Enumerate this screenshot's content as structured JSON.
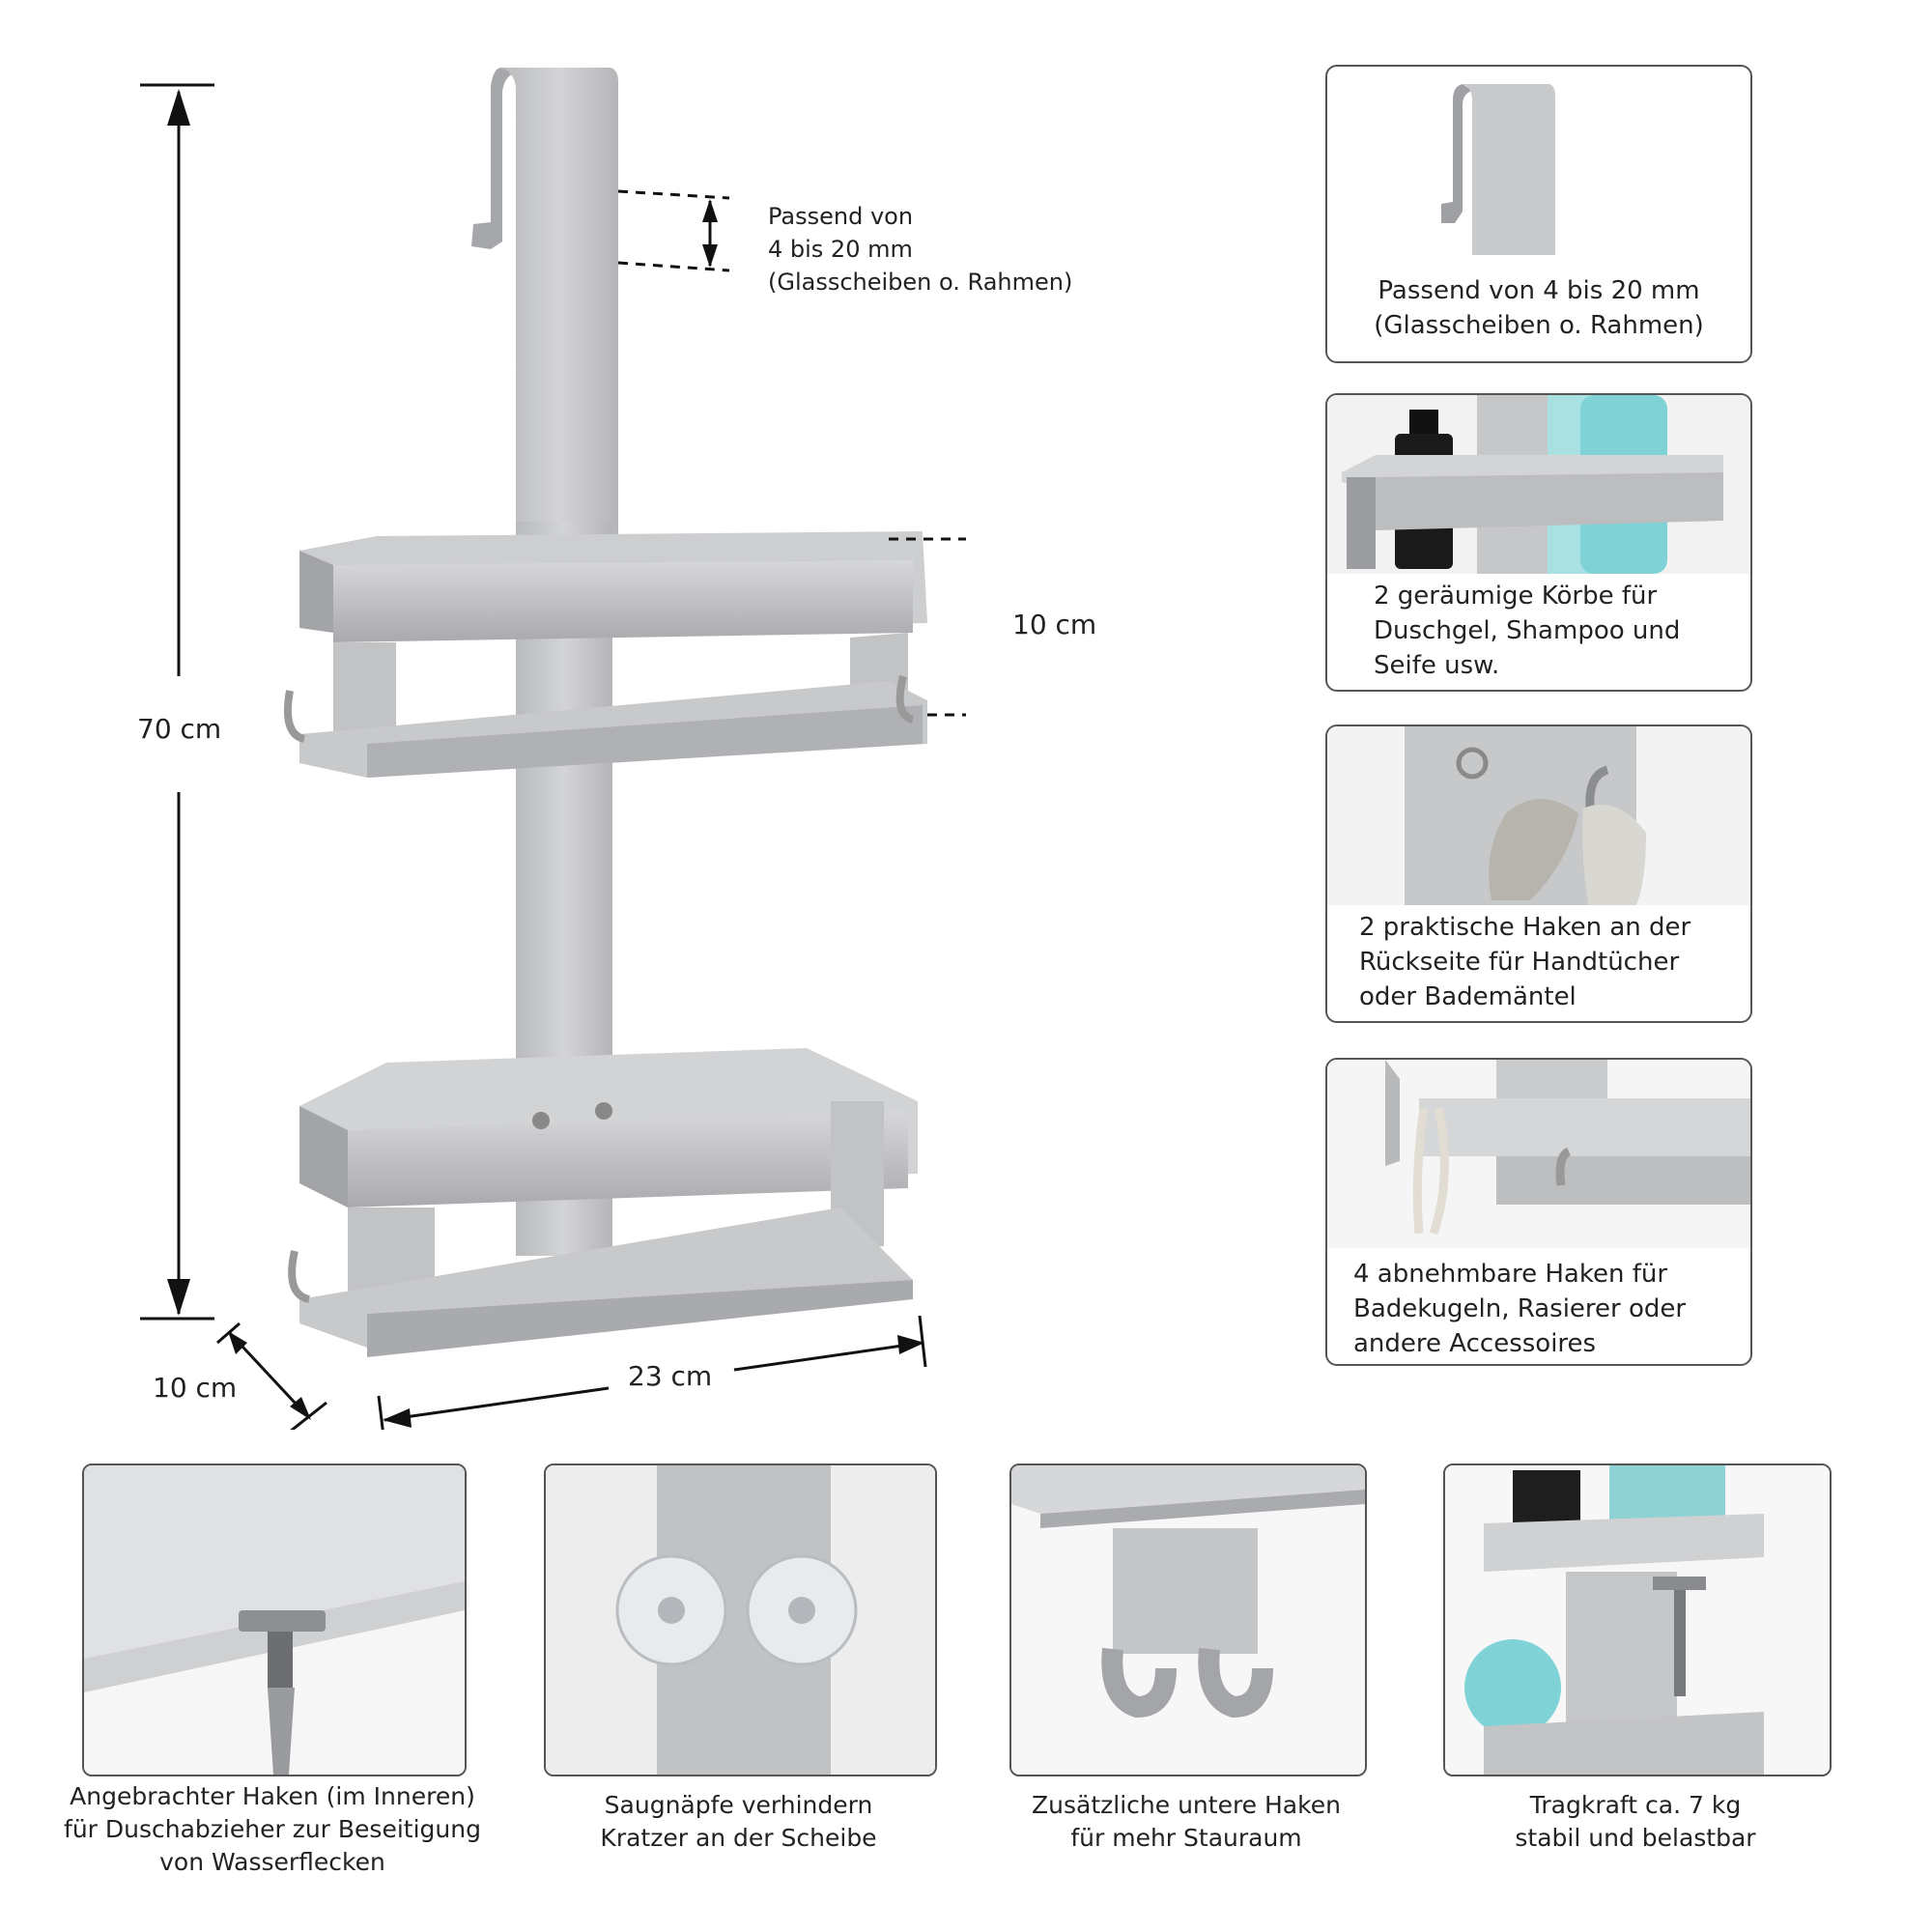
{
  "dimensions": {
    "height": "70 cm",
    "depth": "10 cm",
    "width": "23 cm",
    "basket_height": "10 cm",
    "fit_range": [
      "Passend von",
      "4 bis 20 mm",
      "(Glasscheiben o. Rahmen)"
    ]
  },
  "features": [
    {
      "icon": "door-hook-icon",
      "lines": [
        "Passend von 4 bis 20 mm",
        "(Glasscheiben o. Rahmen)"
      ]
    },
    {
      "icon": "basket-bottles-icon",
      "lines": [
        "2 geräumige Körbe für",
        "Duschgel, Shampoo und",
        "Seife usw."
      ]
    },
    {
      "icon": "towel-hook-icon",
      "lines": [
        "2 praktische Haken an der",
        "Rückseite für Handtücher",
        "oder Bademäntel"
      ]
    },
    {
      "icon": "removable-hooks-icon",
      "lines": [
        "4 abnehmbare Haken für",
        "Badekugeln, Rasierer oder",
        "andere Accessoires"
      ]
    }
  ],
  "details": [
    {
      "icon": "razor-holder-icon",
      "lines": [
        "Angebrachter Haken (im Inneren)",
        "für Duschabzieher zur Beseitigung",
        "von Wasserflecken"
      ]
    },
    {
      "icon": "suction-cups-icon",
      "lines": [
        "Saugnäpfe verhindern",
        "Kratzer an der Scheibe"
      ]
    },
    {
      "icon": "double-hook-icon",
      "lines": [
        "Zusätzliche untere Haken",
        "für mehr Stauraum"
      ]
    },
    {
      "icon": "load-capacity-icon",
      "lines": [
        "Tragkraft ca. 7 kg",
        "stabil und belastbar"
      ]
    }
  ],
  "colors": {
    "metal": "#c8c9cb",
    "metal_dark": "#9a9b9e",
    "metal_light": "#e4e5e7",
    "border": "#555555",
    "accent_teal": "#7fd2d6"
  }
}
